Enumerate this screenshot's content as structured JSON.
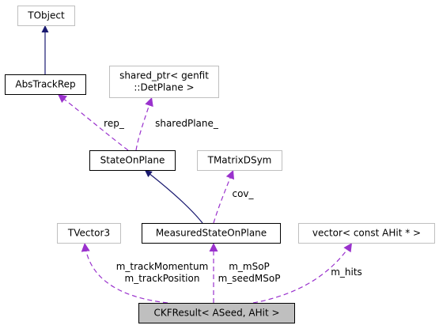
{
  "colors": {
    "inheritance_edge": "#191970",
    "usage_edge": "#9a32cd",
    "node_border": "#000000",
    "external_node_border": "#bfbfbf",
    "highlight_fill": "#bfbfbf",
    "text": "#000000"
  },
  "nodes": {
    "tobject": {
      "lines": [
        "TObject"
      ],
      "style": "external"
    },
    "abstrackrep": {
      "lines": [
        "AbsTrackRep"
      ],
      "style": "normal"
    },
    "shared_ptr": {
      "lines": [
        "shared_ptr< genfit",
        "::DetPlane >"
      ],
      "style": "external"
    },
    "stateonplane": {
      "lines": [
        "StateOnPlane"
      ],
      "style": "normal"
    },
    "tmatrixdsym": {
      "lines": [
        "TMatrixDSym"
      ],
      "style": "external"
    },
    "tvector3": {
      "lines": [
        "TVector3"
      ],
      "style": "external"
    },
    "measuredstateonplane": {
      "lines": [
        "MeasuredStateOnPlane"
      ],
      "style": "normal"
    },
    "vector_ahit": {
      "lines": [
        "vector< const AHit * >"
      ],
      "style": "external"
    },
    "ckfresult": {
      "lines": [
        "CKFResult< ASeed, AHit >"
      ],
      "style": "highlight"
    }
  },
  "edges": [
    {
      "from": "abstrackrep",
      "to": "tobject",
      "kind": "inheritance",
      "labels": []
    },
    {
      "from": "stateonplane",
      "to": "abstrackrep",
      "kind": "usage",
      "labels": [
        "rep_"
      ]
    },
    {
      "from": "stateonplane",
      "to": "shared_ptr",
      "kind": "usage",
      "labels": [
        "sharedPlane_"
      ]
    },
    {
      "from": "measuredstateonplane",
      "to": "stateonplane",
      "kind": "inheritance",
      "labels": []
    },
    {
      "from": "measuredstateonplane",
      "to": "tmatrixdsym",
      "kind": "usage",
      "labels": [
        "cov_"
      ]
    },
    {
      "from": "ckfresult",
      "to": "tvector3",
      "kind": "usage",
      "labels": [
        "m_trackMomentum",
        "m_trackPosition"
      ]
    },
    {
      "from": "ckfresult",
      "to": "measuredstateonplane",
      "kind": "usage",
      "labels": [
        "m_mSoP",
        "m_seedMSoP"
      ]
    },
    {
      "from": "ckfresult",
      "to": "vector_ahit",
      "kind": "usage",
      "labels": [
        "m_hits"
      ]
    }
  ]
}
